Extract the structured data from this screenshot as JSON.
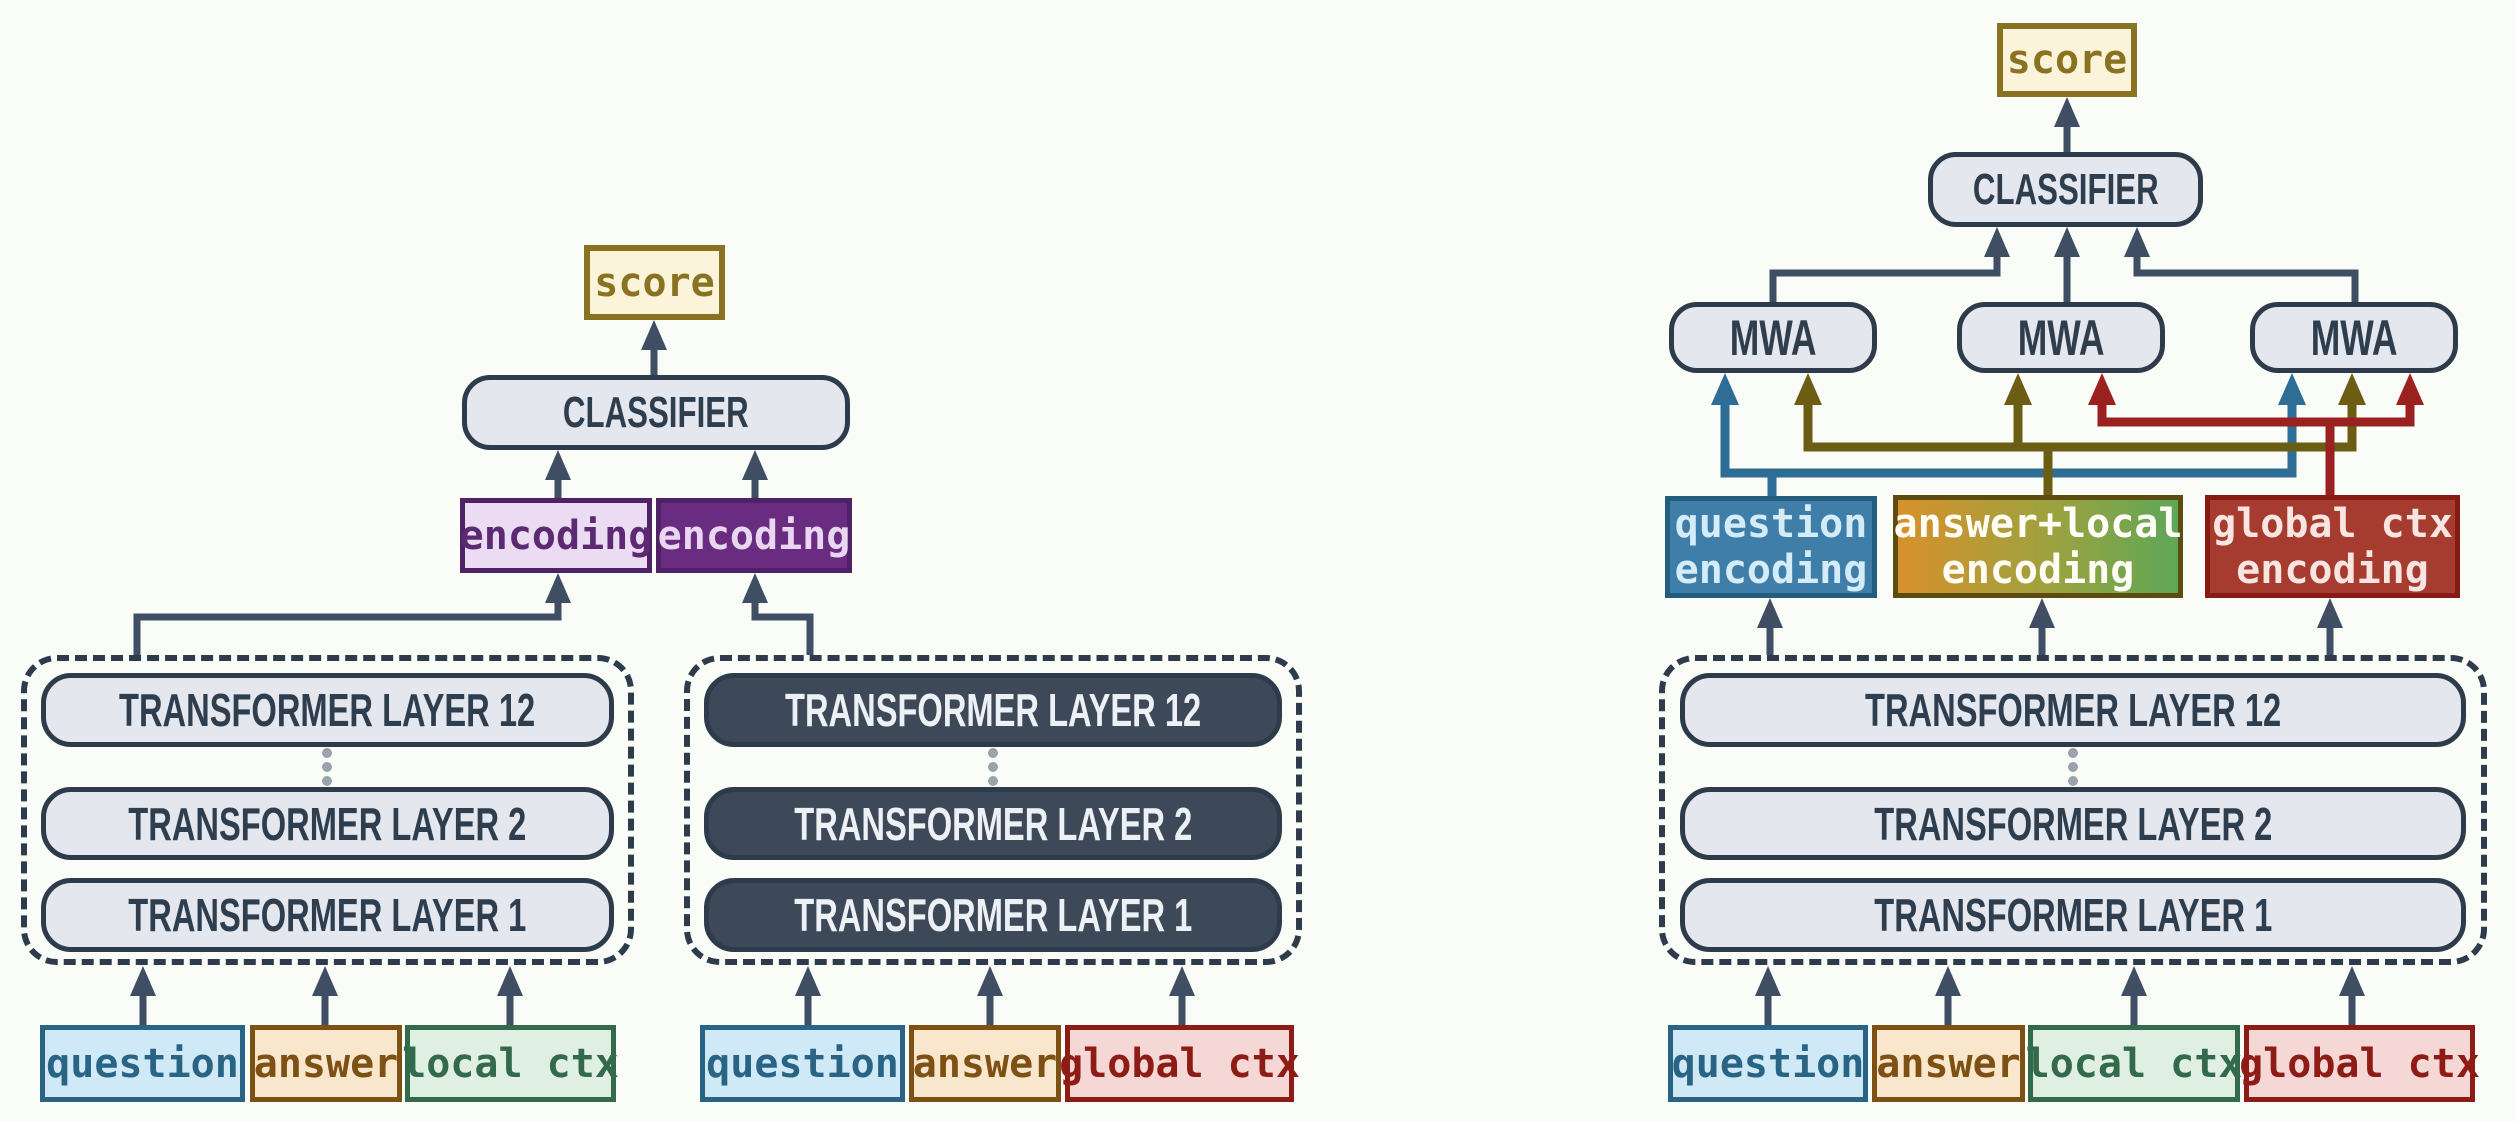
{
  "figure": {
    "left_variant": "two separate transformer encoders",
    "right_variant": "single transformer encoder with merged word attention"
  },
  "labels": {
    "score": "score",
    "classifier": "CLASSIFIER",
    "mwa": "MWA",
    "encoding": "encoding",
    "layer_12": "TRANSFORMER LAYER 12",
    "layer_2": "TRANSFORMER LAYER 2",
    "layer_1": "TRANSFORMER LAYER 1",
    "question": "question",
    "answer": "answer",
    "local_ctx": "local ctx",
    "global_ctx": "global ctx",
    "answer_local": "answer+local"
  },
  "colors": {
    "background": "#f9fcf7",
    "slate_border": "#2d3b4a",
    "slate_text": "#2f3e4e",
    "arrow": "#3f4e63",
    "pill_fill": "#e4e7ee",
    "dark_layer_fill": "#3d4959",
    "ellipsis_dot": "#9aa3ab",
    "score_fill": "#fbf3da",
    "score_accent": "#8a7320",
    "blue": "#2a6485",
    "blue_fill": "#cfe9f6",
    "blue_solid": "#3e7ea8",
    "blue_solid_border": "#235e7e",
    "blue_text_light": "#d4ecf7",
    "blue_wire": "#2e6d95",
    "gold": "#7d5014",
    "gold_fill": "#f9e7cd",
    "olive_wire": "#6b5d13",
    "green": "#346a4c",
    "green_fill": "#dff0e2",
    "red": "#8e1c16",
    "red_fill": "#f5d7d6",
    "red_solid": "#a63b30",
    "red_solid_border": "#871a14",
    "red_text_light": "#f8e4e1",
    "red_wire": "#9b2020",
    "purple": "#5c2a72",
    "purple_dark": "#4f2268",
    "purple_fill_light": "#ecdcf3",
    "purple_fill_dark": "#6a2c80",
    "purple_text_light": "#e9d6f1",
    "gradient_start": "#d7912c",
    "gradient_mid": "#9ca23f",
    "gradient_end": "#5ea757",
    "gradient_border": "#5c4c10"
  }
}
